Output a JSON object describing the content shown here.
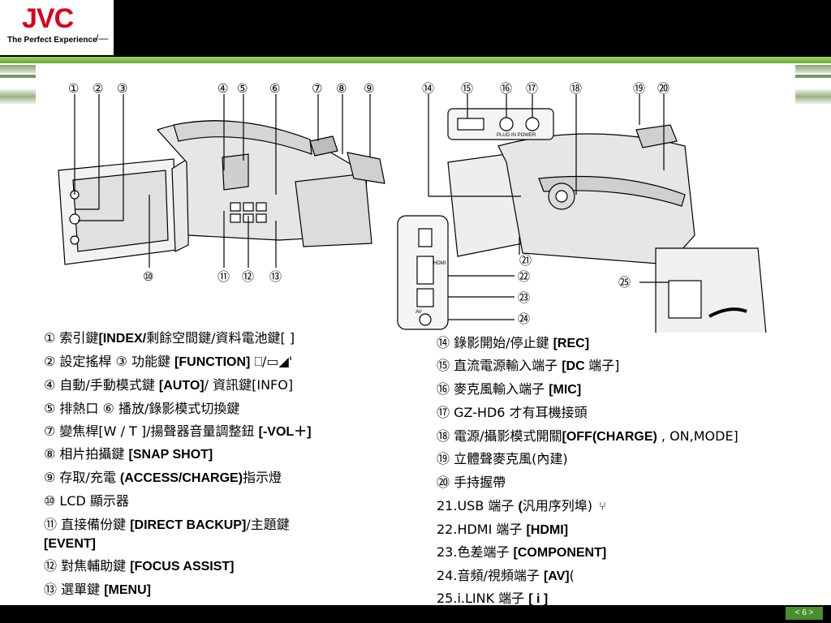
{
  "header": {
    "logo": "JVC",
    "tagline": "The Perfect Experience",
    "page": "< 6 >"
  },
  "callouts": [
    "①",
    "②",
    "③",
    "④",
    "⑤",
    "⑥",
    "⑦",
    "⑧",
    "⑨",
    "⑩",
    "⑪",
    "⑫",
    "⑬",
    "⑭",
    "⑮",
    "⑯",
    "⑰",
    "⑱",
    "⑲",
    "⑳",
    "㉑",
    "㉒",
    "㉓",
    "㉔",
    "㉕"
  ],
  "diagram_text": {
    "plug_in_power": "PLUG IN POWER",
    "av": "AV",
    "hdmi": "HDMI"
  },
  "left_list": [
    {
      "num": "①",
      "pre": " 索引鍵",
      "bold": "[INDEX/",
      "post": "剩餘空間鍵/資料電池鍵[       ]"
    },
    {
      "num": "②",
      "pre": " 設定搖桿  ③ 功能鍵 ",
      "bold": "[FUNCTION]",
      "post": "        ⎕/▭◢'"
    },
    {
      "num": "④",
      "pre": " 自動/手動模式鍵 ",
      "bold": "[AUTO]",
      "post": "/ 資訊鍵[INFO]"
    },
    {
      "num": "⑤",
      "pre": " 排熱口  ⑥ 播放/錄影模式切換鍵",
      "bold": "",
      "post": ""
    },
    {
      "num": "⑦",
      "pre": " 變焦桿[W / T ]/揚聲器音量調整鈕 ",
      "bold": "[-VOL＋]",
      "post": ""
    },
    {
      "num": "⑧",
      "pre": " 相片拍攝鍵 ",
      "bold": "[SNAP SHOT]",
      "post": ""
    },
    {
      "num": "⑨",
      "pre": " 存取/充電 ",
      "bold": "(ACCESS/CHARGE)",
      "post": "指示燈"
    },
    {
      "num": "⑩",
      "pre": " LCD 顯示器",
      "bold": "",
      "post": ""
    },
    {
      "num": "⑪",
      "pre": " 直接備份鍵 ",
      "bold": "[DIRECT BACKUP]",
      "post": "/主題鍵"
    },
    {
      "num": "",
      "pre": "",
      "bold": "[EVENT]",
      "post": ""
    },
    {
      "num": "⑫",
      "pre": " 對焦輔助鍵 ",
      "bold": "[FOCUS ASSIST]",
      "post": ""
    },
    {
      "num": "⑬",
      "pre": " 選單鍵 ",
      "bold": "[MENU]",
      "post": ""
    }
  ],
  "right_list": [
    {
      "num": "⑭",
      "pre": " 錄影開始/停止鍵 ",
      "bold": "[REC]",
      "post": ""
    },
    {
      "num": "⑮",
      "pre": " 直流電源輸入端子 ",
      "bold": "[DC ",
      "post": "端子]"
    },
    {
      "num": "⑯",
      "pre": " 麥克風輸入端子 ",
      "bold": "[MIC]",
      "post": ""
    },
    {
      "num": "⑰",
      "pre": " GZ-HD6 才有耳機接頭",
      "bold": "",
      "post": ""
    },
    {
      "num": "⑱",
      "pre": " 電源/攝影模式開關",
      "bold": "[OFF(CHARGE)",
      "post": " , ON,MODE]"
    },
    {
      "num": "⑲",
      "pre": " 立體聲麥克風(內建)",
      "bold": "",
      "post": ""
    },
    {
      "num": "⑳",
      "pre": " 手持握帶",
      "bold": "",
      "post": ""
    },
    {
      "num": "",
      "pre": "21.USB 端子 ",
      "bold": "(",
      "post": "汎用序列埠)"
    },
    {
      "num": "",
      "pre": "22.HDMI 端子 ",
      "bold": "[HDMI]",
      "post": ""
    },
    {
      "num": "",
      "pre": "23.色差端子 ",
      "bold": "[COMPONENT]",
      "post": ""
    },
    {
      "num": "",
      "pre": "24.音頻/視頻端子 ",
      "bold": "[AV]",
      "post": "("
    },
    {
      "num": "",
      "pre": "25.i.LINK 端子 ",
      "bold": "[ i ]",
      "post": ""
    }
  ],
  "colors": {
    "brand_red": "#d8001d",
    "accent_green": "#4a8f2d",
    "header_black": "#000000"
  }
}
